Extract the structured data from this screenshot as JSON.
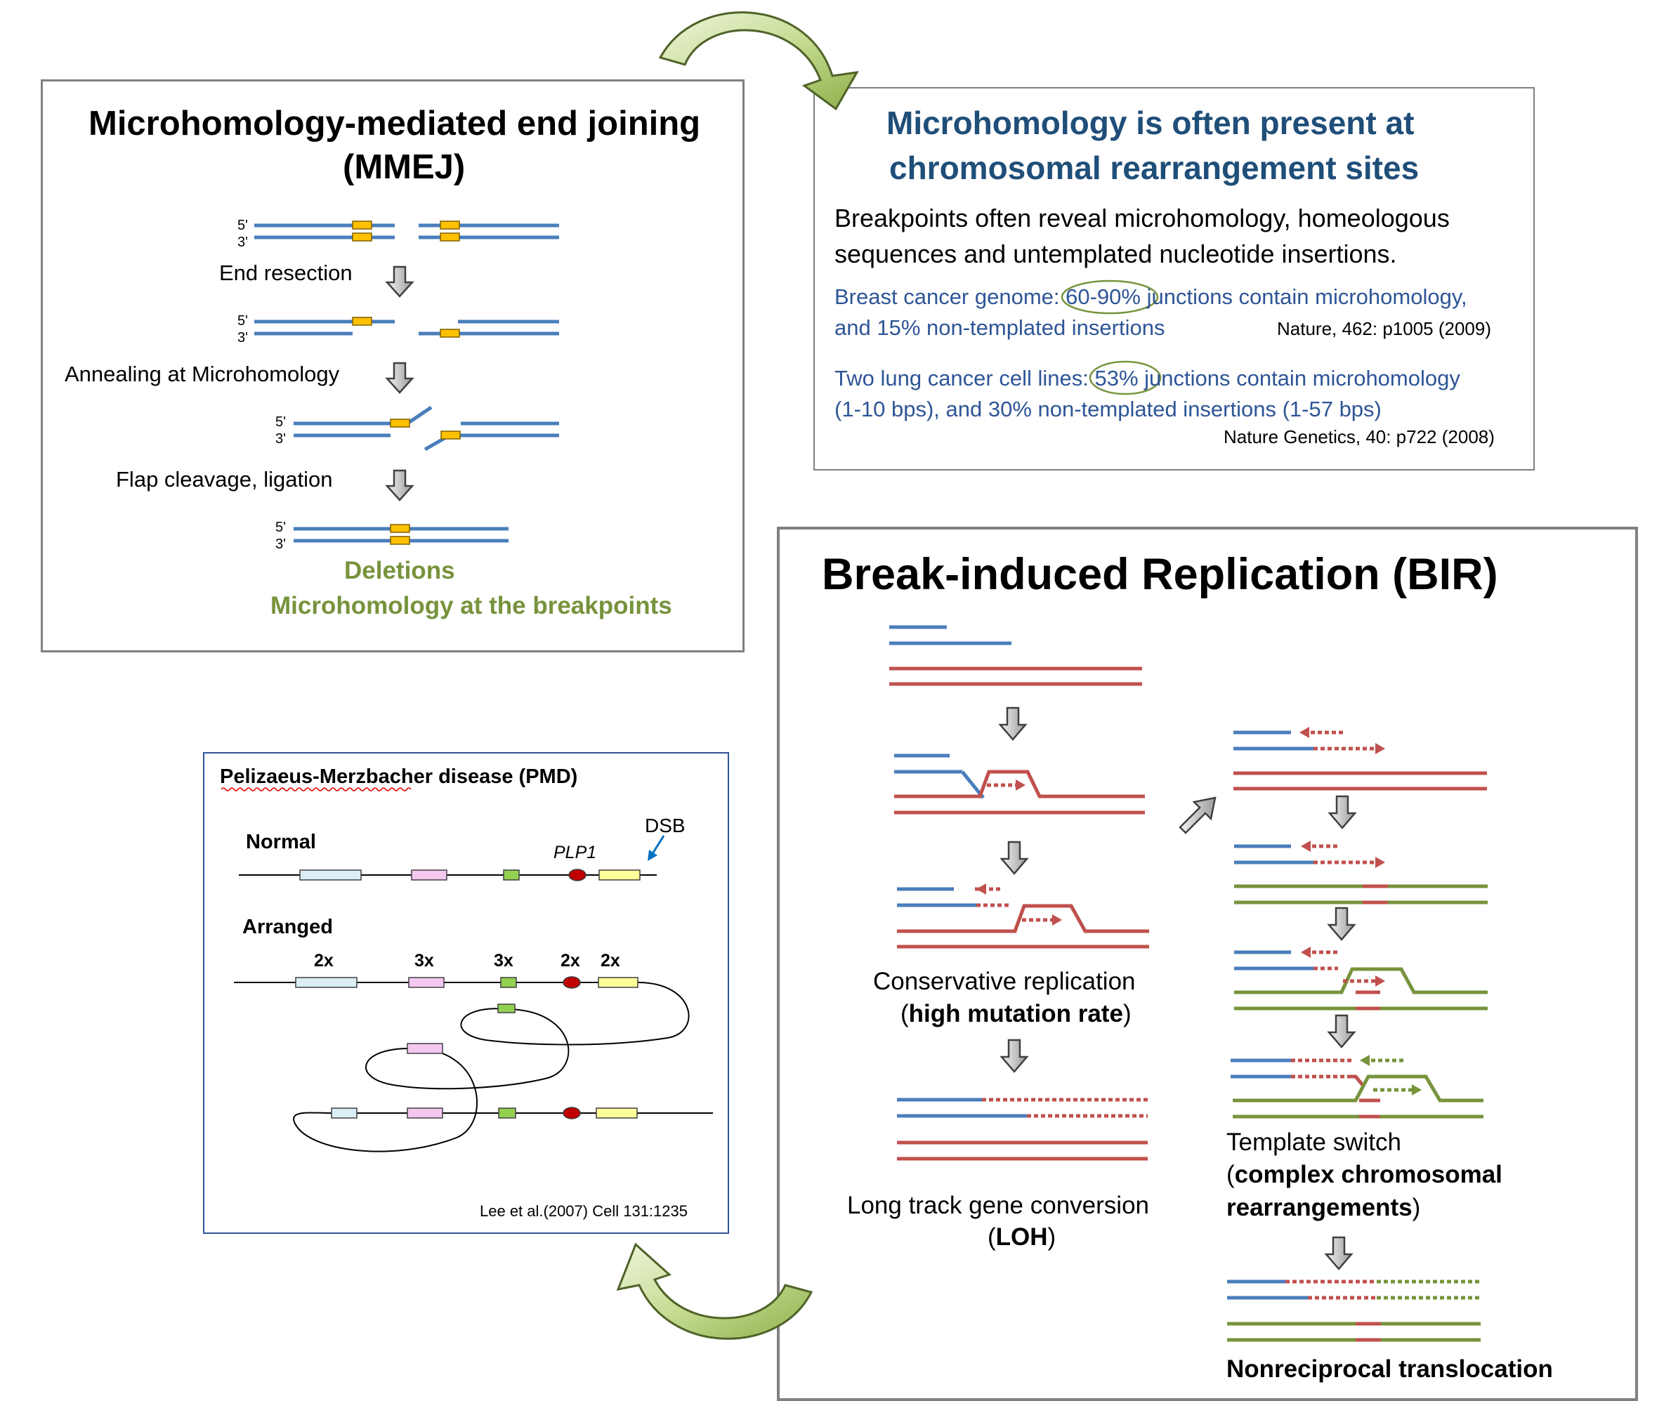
{
  "mmej": {
    "title_line1": "Microhomology-mediated end joining",
    "title_line2": "(MMEJ)",
    "prime5": "5'",
    "prime3": "3'",
    "step1": "End resection",
    "step2": "Annealing  at Microhomology",
    "step3": "Flap cleavage, ligation",
    "result1": "Deletions",
    "result2": "Microhomology at the breakpoints"
  },
  "evidence": {
    "title_line1": "Microhomology is often present at",
    "title_line2": "chromosomal rearrangement sites",
    "body_line1": "Breakpoints often reveal microhomology, homeologous",
    "body_line2": "sequences and untemplated nucleotide insertions.",
    "item1_pre": "Breast cancer genome: ",
    "item1_pct": "60-90%",
    "item1_post": " junctions contain microhomology,",
    "item1_line2": "and 15% non-templated insertions",
    "item1_ref": "Nature, 462: p1005 (2009)",
    "item2_pre": "Two lung cancer cell lines: ",
    "item2_pct": "53%",
    "item2_post": " junctions contain microhomology",
    "item2_line2": "(1-10 bps), and 30% non-templated insertions (1-57 bps)",
    "item2_ref": "Nature Genetics, 40: p722 (2008)"
  },
  "pmd": {
    "title": "Pelizaeus-Merzbacher disease (PMD)",
    "normal_label": "Normal",
    "gene_label": "PLP1",
    "dsb_label": "DSB",
    "arranged_label": "Arranged",
    "copies": [
      "2x",
      "3x",
      "3x",
      "2x",
      "2x"
    ],
    "reference": "Lee et al.(2007) Cell 131:1235"
  },
  "bir": {
    "title": "Break-induced Replication (BIR)",
    "cons_line1": "Conservative replication",
    "cons_line2_pre": "(",
    "cons_line2_bold": "high mutation rate",
    "cons_line2_post": ")",
    "ltgc_line1": "Long track gene conversion",
    "ltgc_line2_pre": "(",
    "ltgc_line2_bold": "LOH",
    "ltgc_line2_post": ")",
    "ts_line1": "Template switch",
    "ts_line2_pre": "(",
    "ts_line2_bold": "complex chromosomal",
    "ts_line3_bold": "rearrangements",
    "ts_line3_post": ")",
    "nrt_label": "Nonreciprocal translocation"
  },
  "colors": {
    "dna_blue": "#4a7ebb",
    "dna_red": "#c0504d",
    "dna_green": "#77933c",
    "micro_orange": "#ffc000",
    "title_navy": "#1f4e79",
    "link_blue": "#2e5597",
    "result_green": "#77933c"
  },
  "icons": [
    "curved-arrow-icon",
    "down-arrow-icon",
    "diagonal-arrow-icon"
  ]
}
